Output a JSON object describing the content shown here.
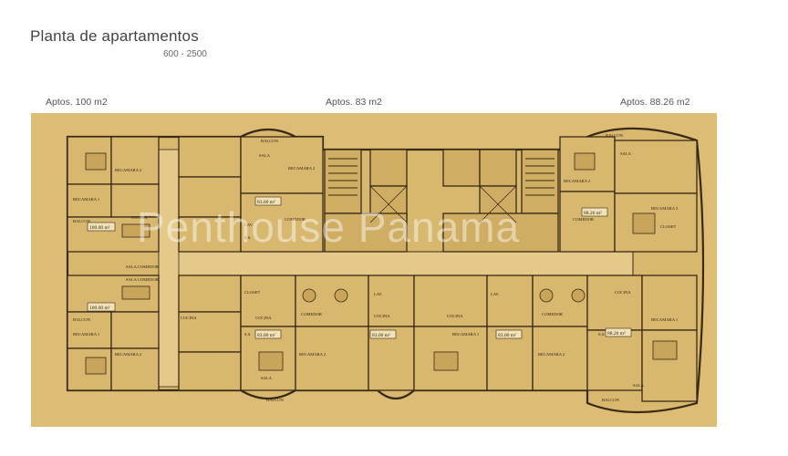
{
  "header": {
    "title": "Planta de apartamentos",
    "subtitle": "600 - 2500"
  },
  "sections": {
    "left": "Aptos. 100 m2",
    "center": "Aptos. 83 m2",
    "right": "Aptos. 88.26 m2"
  },
  "watermark": "Penthouse Panama",
  "colors": {
    "background": "#ddbd76",
    "wall": "#3a2a14",
    "room": "#d8b86f",
    "core": "#cfae64"
  },
  "area_labels": {
    "a100_top": "100.00 m²",
    "a100_bottom": "100.00 m²",
    "a83_top": "83.00 m²",
    "a83_b1": "83.00 m²",
    "a83_b2": "83.00 m²",
    "a83_b3": "83.00 m²",
    "a8826_top": "88.26 m²",
    "a8826_bottom": "88.26 m²"
  },
  "room_labels": {
    "balcon": "BALCON",
    "sala": "SALA",
    "recamara1": "RECAMARA 1",
    "recamara2": "RECAMARA 2",
    "recamara3": "RECAMARA 3",
    "cocina": "COCINA",
    "comedor": "COMEDOR",
    "sala_comedor": "SALA COMEDOR",
    "lav": "LAV.",
    "ss": "S.S.",
    "ss2": "S.S. 2",
    "closet": "CLOSET"
  }
}
